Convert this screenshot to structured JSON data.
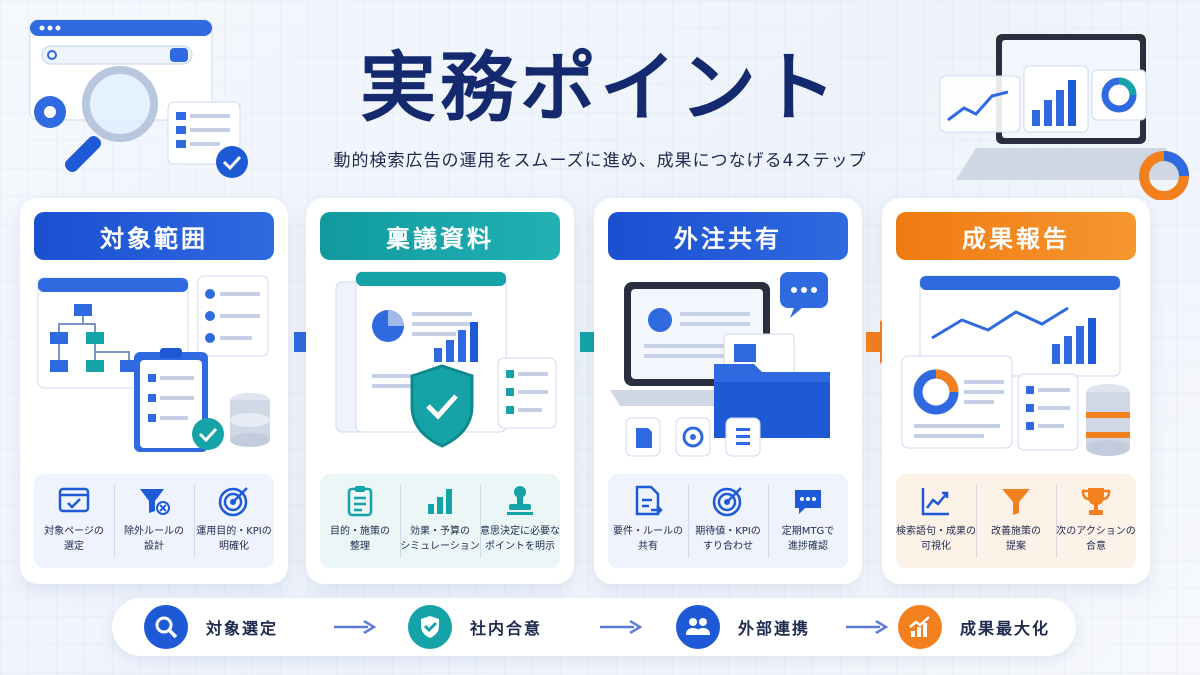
{
  "header": {
    "title": "実務ポイント",
    "subtitle": "動的検索広告の運用をスムーズに進め、成果につなげる4ステップ"
  },
  "colors": {
    "blue": "#1f5ad6",
    "teal": "#15a3a8",
    "orange": "#f2801f",
    "navy": "#152a6e"
  },
  "cards": [
    {
      "title": "対象範囲",
      "items": [
        {
          "icon": "browser-check-icon",
          "label": "対象ページの\n選定"
        },
        {
          "icon": "filter-x-icon",
          "label": "除外ルールの\n設計"
        },
        {
          "icon": "target-icon",
          "label": "運用目的・KPIの\n明確化"
        }
      ]
    },
    {
      "title": "稟議資料",
      "items": [
        {
          "icon": "clipboard-icon",
          "label": "目的・施策の\n整理"
        },
        {
          "icon": "bar-chart-icon",
          "label": "効果・予算の\nシミュレーション"
        },
        {
          "icon": "stamp-icon",
          "label": "意思決定に必要な\nポイントを明示"
        }
      ]
    },
    {
      "title": "外注共有",
      "items": [
        {
          "icon": "document-share-icon",
          "label": "要件・ルールの\n共有"
        },
        {
          "icon": "target-icon",
          "label": "期待値・KPIの\nすり合わせ"
        },
        {
          "icon": "chat-icon",
          "label": "定期MTGで\n進捗確認"
        }
      ]
    },
    {
      "title": "成果報告",
      "items": [
        {
          "icon": "line-chart-icon",
          "label": "検索語句・成果の\n可視化"
        },
        {
          "icon": "funnel-icon",
          "label": "改善施策の\n提案"
        },
        {
          "icon": "trophy-icon",
          "label": "次のアクションの\n合意"
        }
      ]
    }
  ],
  "flow": [
    {
      "icon": "search-icon",
      "label": "対象選定"
    },
    {
      "icon": "shield-check-icon",
      "label": "社内合意"
    },
    {
      "icon": "team-icon",
      "label": "外部連携"
    },
    {
      "icon": "growth-icon",
      "label": "成果最大化"
    }
  ]
}
